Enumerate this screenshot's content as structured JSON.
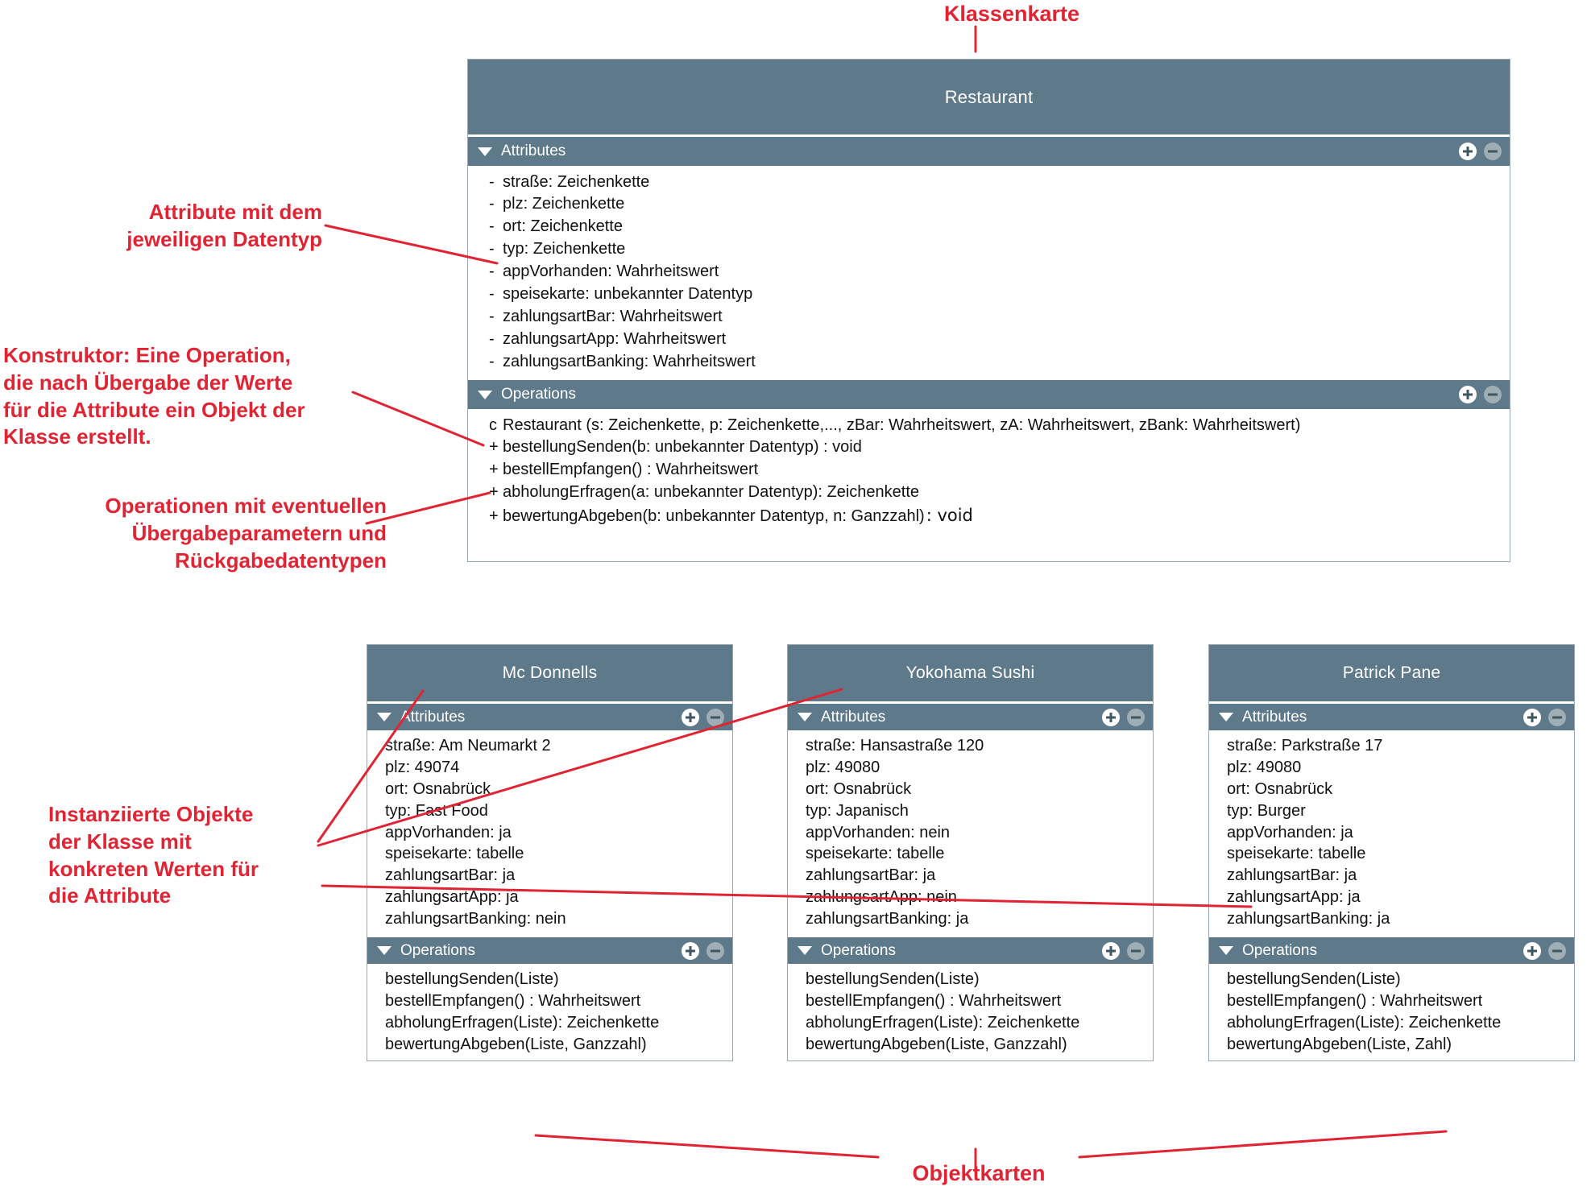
{
  "annotations": {
    "klassenkarte": "Klassenkarte",
    "objektkarten": "Objektkarten",
    "attribute_datentyp": "Attribute mit dem\njeweiligen Datentyp",
    "konstruktor": "Konstruktor: Eine Operation,\ndie nach Übergabe der Werte\nfür die Attribute ein Objekt der\nKlasse erstellt.",
    "operationen": "Operationen mit eventuellen\nÜbergabeparametern und\nRückgabedatentypen",
    "instanziierte_objekte": "Instanziierte Objekte\nder Klasse mit\nkonkreten Werten für\ndie Attribute"
  },
  "colors": {
    "header_bar": "#5e798a",
    "annotation_red": "#e02433",
    "card_border": "#9aa7b0",
    "icon_plus_bg": "#ffffff",
    "icon_minus_bg": "#9fadb5",
    "body_bg": "#ffffff",
    "text": "#111111"
  },
  "icons": {
    "collapse": "caret-down-icon",
    "add": "plus-circle-icon",
    "remove": "minus-circle-icon"
  },
  "class_card": {
    "title": "Restaurant",
    "sections": [
      {
        "label": "Attributes",
        "lines": [
          {
            "sigil": "-",
            "text": "straße: Zeichenkette"
          },
          {
            "sigil": "-",
            "text": "plz: Zeichenkette"
          },
          {
            "sigil": "-",
            "text": "ort: Zeichenkette"
          },
          {
            "sigil": "-",
            "text": "typ: Zeichenkette"
          },
          {
            "sigil": "-",
            "text": "appVorhanden: Wahrheitswert"
          },
          {
            "sigil": "-",
            "text": "speisekarte: unbekannter Datentyp"
          },
          {
            "sigil": "-",
            "text": "zahlungsartBar: Wahrheitswert"
          },
          {
            "sigil": "-",
            "text": "zahlungsartApp: Wahrheitswert"
          },
          {
            "sigil": "-",
            "text": "zahlungsartBanking: Wahrheitswert"
          }
        ]
      },
      {
        "label": "Operations",
        "lines": [
          {
            "sigil": "c",
            "text": "Restaurant (s: Zeichenkette, p: Zeichenkette,..., zBar: Wahrheitswert, zA: Wahrheitswert, zBank: Wahrheitswert)"
          },
          {
            "sigil": "+",
            "text": "bestellungSenden(b: unbekannter Datentyp) : void"
          },
          {
            "sigil": "+",
            "text": "bestellEmpfangen() : Wahrheitswert"
          },
          {
            "sigil": "+",
            "text": "abholungErfragen(a: unbekannter Datentyp): Zeichenkette"
          },
          {
            "sigil": "+",
            "text": "bewertungAbgeben(b: unbekannter Datentyp, n: Ganzzahl)",
            "tail": ": void"
          }
        ]
      }
    ]
  },
  "object_cards": [
    {
      "title": "Mc Donnells",
      "sections": [
        {
          "label": "Attributes",
          "lines": [
            {
              "sigil": "",
              "text": "straße: Am Neumarkt 2"
            },
            {
              "sigil": "",
              "text": "plz: 49074"
            },
            {
              "sigil": "",
              "text": "ort: Osnabrück"
            },
            {
              "sigil": "",
              "text": "typ: Fast Food"
            },
            {
              "sigil": "",
              "text": "appVorhanden: ja"
            },
            {
              "sigil": "",
              "text": "speisekarte: tabelle"
            },
            {
              "sigil": "",
              "text": "zahlungsartBar: ja"
            },
            {
              "sigil": "",
              "text": "zahlungsartApp: ja"
            },
            {
              "sigil": "",
              "text": "zahlungsartBanking: nein"
            }
          ]
        },
        {
          "label": "Operations",
          "lines": [
            {
              "sigil": "",
              "text": "bestellungSenden(Liste)"
            },
            {
              "sigil": "",
              "text": "bestellEmpfangen() : Wahrheitswert"
            },
            {
              "sigil": "",
              "text": "abholungErfragen(Liste): Zeichenkette"
            },
            {
              "sigil": "",
              "text": "bewertungAbgeben(Liste, Ganzzahl)"
            }
          ]
        }
      ]
    },
    {
      "title": "Yokohama Sushi",
      "sections": [
        {
          "label": "Attributes",
          "lines": [
            {
              "sigil": "",
              "text": "straße: Hansastraße 120"
            },
            {
              "sigil": "",
              "text": "plz: 49080"
            },
            {
              "sigil": "",
              "text": "ort: Osnabrück"
            },
            {
              "sigil": "",
              "text": "typ: Japanisch"
            },
            {
              "sigil": "",
              "text": "appVorhanden: nein"
            },
            {
              "sigil": "",
              "text": "speisekarte: tabelle"
            },
            {
              "sigil": "",
              "text": "zahlungsartBar: ja"
            },
            {
              "sigil": "",
              "text": "zahlungsartApp: nein"
            },
            {
              "sigil": "",
              "text": "zahlungsartBanking: ja"
            }
          ]
        },
        {
          "label": "Operations",
          "lines": [
            {
              "sigil": "",
              "text": "bestellungSenden(Liste)"
            },
            {
              "sigil": "",
              "text": "bestellEmpfangen() : Wahrheitswert"
            },
            {
              "sigil": "",
              "text": "abholungErfragen(Liste): Zeichenkette"
            },
            {
              "sigil": "",
              "text": "bewertungAbgeben(Liste, Ganzzahl)"
            }
          ]
        }
      ]
    },
    {
      "title": "Patrick Pane",
      "sections": [
        {
          "label": "Attributes",
          "lines": [
            {
              "sigil": "",
              "text": "straße: Parkstraße 17"
            },
            {
              "sigil": "",
              "text": "plz: 49080"
            },
            {
              "sigil": "",
              "text": "ort: Osnabrück"
            },
            {
              "sigil": "",
              "text": "typ: Burger"
            },
            {
              "sigil": "",
              "text": "appVorhanden: ja"
            },
            {
              "sigil": "",
              "text": "speisekarte: tabelle"
            },
            {
              "sigil": "",
              "text": "zahlungsartBar: ja"
            },
            {
              "sigil": "",
              "text": "zahlungsartApp: ja"
            },
            {
              "sigil": "",
              "text": "zahlungsartBanking: ja"
            }
          ]
        },
        {
          "label": "Operations",
          "lines": [
            {
              "sigil": "",
              "text": "bestellungSenden(Liste)"
            },
            {
              "sigil": "",
              "text": "bestellEmpfangen() : Wahrheitswert"
            },
            {
              "sigil": "",
              "text": "abholungErfragen(Liste): Zeichenkette"
            },
            {
              "sigil": "",
              "text": "bewertungAbgeben(Liste, Zahl)"
            }
          ]
        }
      ]
    }
  ]
}
